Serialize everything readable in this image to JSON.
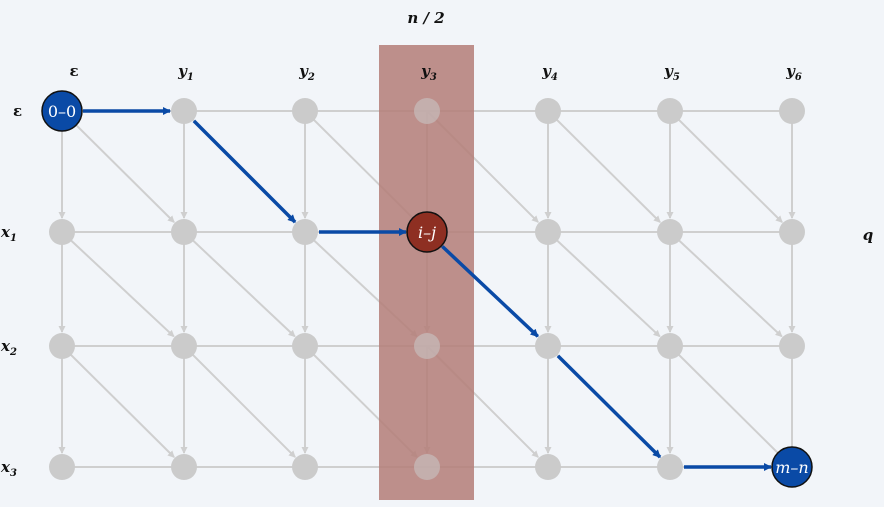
{
  "title": "n / 2",
  "columns": [
    {
      "base": "ε",
      "sub": ""
    },
    {
      "base": "y",
      "sub": "1"
    },
    {
      "base": "y",
      "sub": "2"
    },
    {
      "base": "y",
      "sub": "3"
    },
    {
      "base": "y",
      "sub": "4"
    },
    {
      "base": "y",
      "sub": "5"
    },
    {
      "base": "y",
      "sub": "6"
    }
  ],
  "rows": [
    {
      "base": "ε",
      "sub": ""
    },
    {
      "base": "x",
      "sub": "1"
    },
    {
      "base": "x",
      "sub": "2"
    },
    {
      "base": "x",
      "sub": "3"
    }
  ],
  "right_label": "q",
  "highlight_column": 3,
  "special_nodes": [
    {
      "row": 0,
      "col": 0,
      "label": "0–0",
      "color": "#0a4aa6",
      "italic": false
    },
    {
      "row": 1,
      "col": 3,
      "label": "i–j",
      "color": "#8e2f22",
      "italic": true
    },
    {
      "row": 3,
      "col": 6,
      "label": "m–n",
      "color": "#0a4aa6",
      "italic": true
    }
  ],
  "path": [
    [
      0,
      0
    ],
    [
      0,
      1
    ],
    [
      1,
      2
    ],
    [
      1,
      3
    ],
    [
      2,
      4
    ],
    [
      3,
      5
    ],
    [
      3,
      6
    ]
  ],
  "colors": {
    "grid_node": "#cbcbcb",
    "grid_edge": "#cfcfcf",
    "path": "#0a4aa6",
    "highlight": "#b5817b"
  }
}
